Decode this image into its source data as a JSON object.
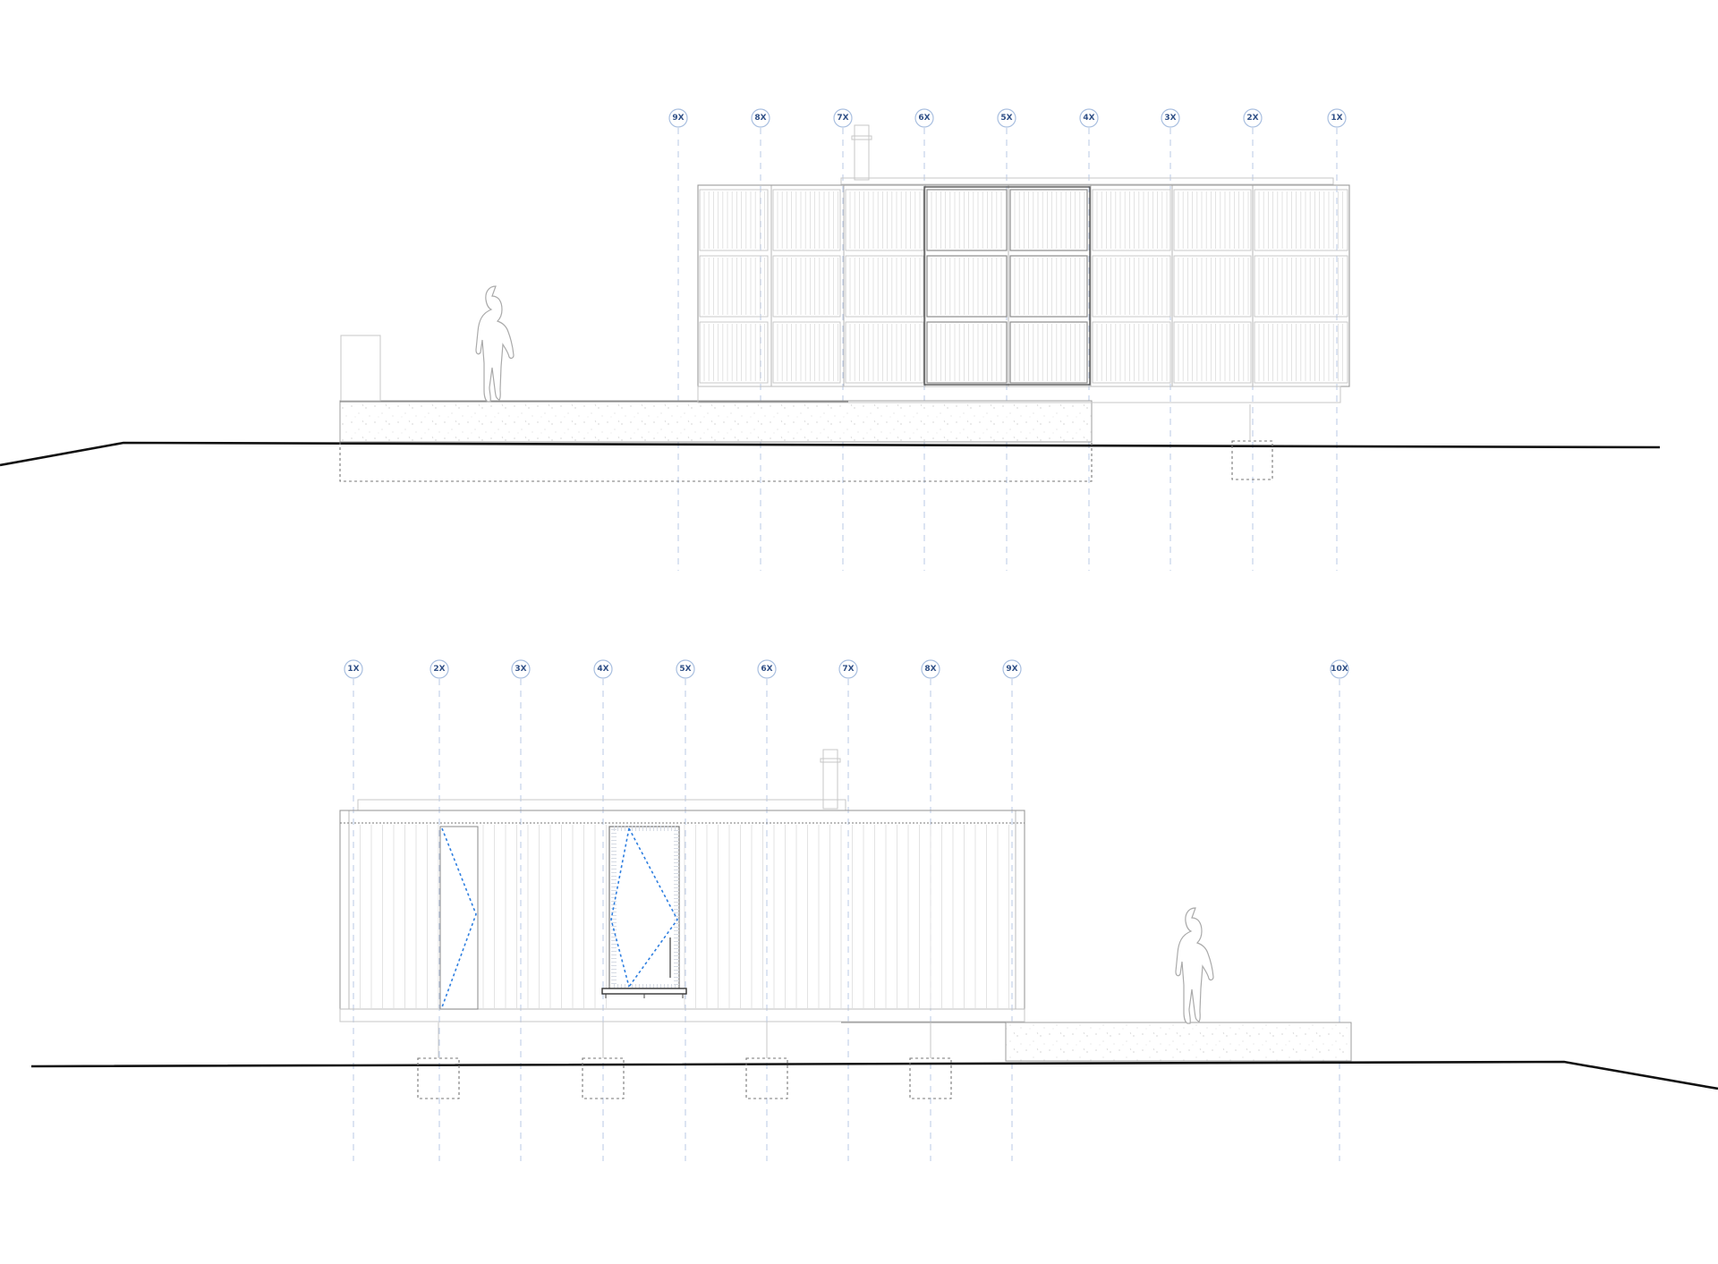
{
  "upper_elevation": {
    "grid_axes": [
      "9X",
      "8X",
      "7X",
      "6X",
      "5X",
      "4X",
      "3X",
      "2X",
      "1X"
    ]
  },
  "lower_elevation": {
    "grid_axes": [
      "1X",
      "2X",
      "3X",
      "4X",
      "5X",
      "6X",
      "7X",
      "8X",
      "9X",
      "10X"
    ]
  },
  "colors": {
    "axis_blue": "#2f4f86",
    "axis_line": "#b9c9e6",
    "ground_line": "#111111",
    "opening_dash_blue": "#2f7fe0"
  }
}
